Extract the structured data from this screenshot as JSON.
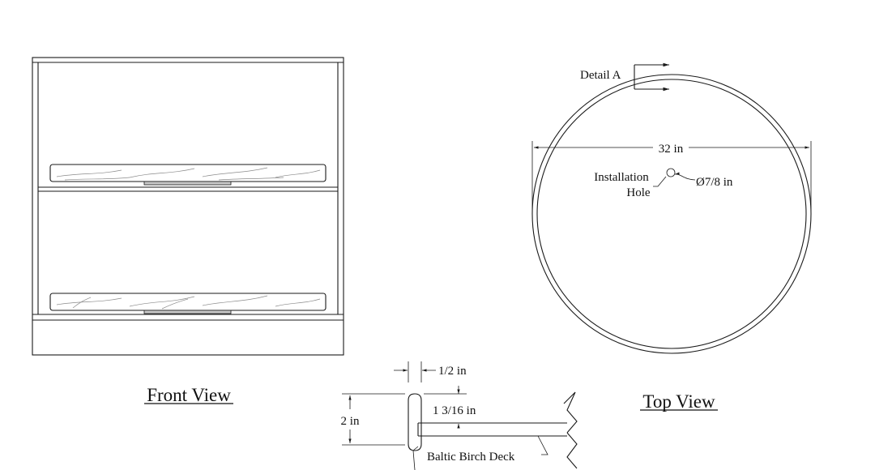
{
  "views": {
    "front": {
      "title": "Front View"
    },
    "top": {
      "title": "Top View",
      "detail_label": "Detail A",
      "diameter_label": "32 in",
      "hole_label_line1": "Installation",
      "hole_label_line2": "Hole",
      "hole_diameter_label": "Ø7/8 in"
    },
    "detail": {
      "edge_thickness_label": "1/2 in",
      "height_label": "2 in",
      "inset_label": "1 3/16 in",
      "deck_label": "Baltic Birch Deck"
    }
  },
  "colors": {
    "line": "#1a1a1a",
    "grain": "#8a8a8a",
    "hardware": "#c8c8c8"
  }
}
